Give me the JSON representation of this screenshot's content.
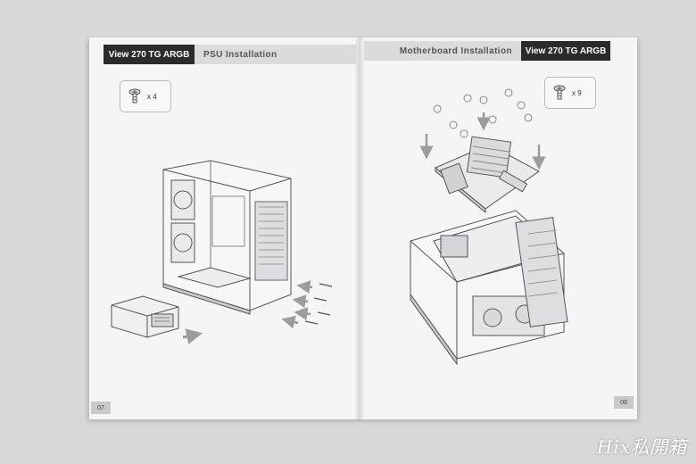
{
  "left_page": {
    "model": "View 270 TG ARGB",
    "section_title": "PSU Installation",
    "screw_qty": "x 4",
    "page_number": "07"
  },
  "right_page": {
    "model": "View 270 TG ARGB",
    "section_title": "Motherboard Installation",
    "screw_qty": "x 9",
    "page_number": "08"
  },
  "watermark": "Hix私開箱"
}
